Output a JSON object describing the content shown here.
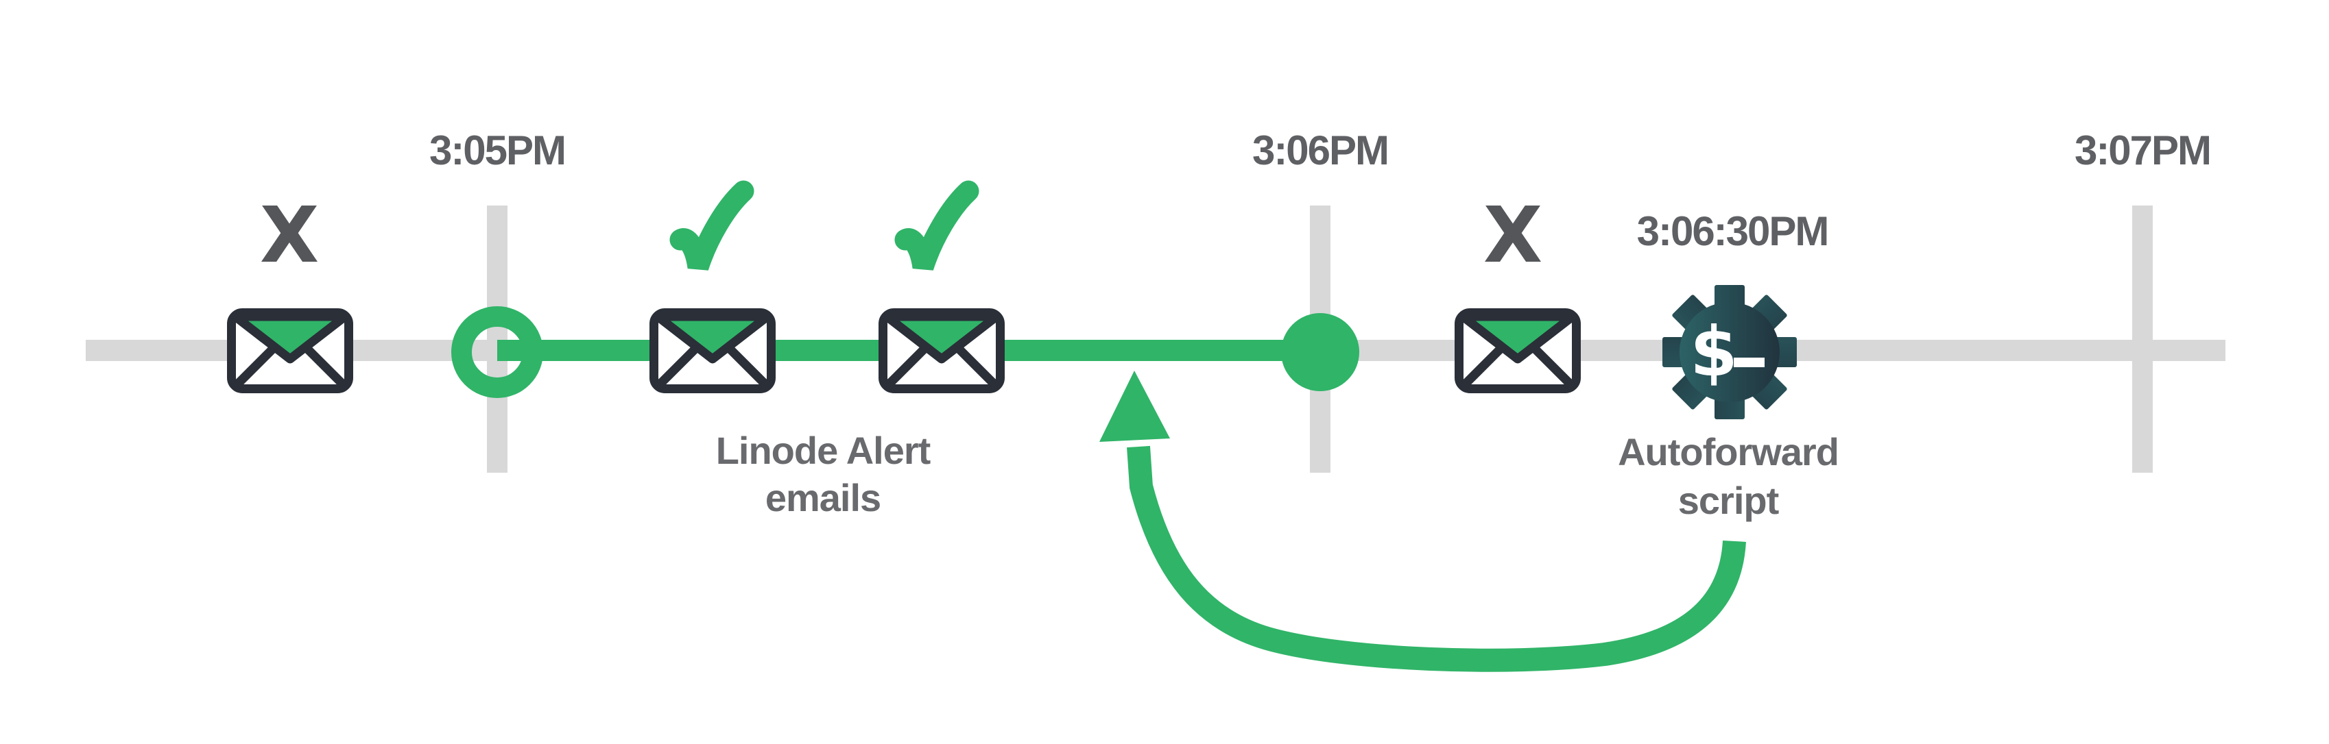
{
  "colors": {
    "green": "#30B468",
    "rail": "#D8D8D8",
    "time-text": "#5E6064",
    "caption-text": "#696A6D",
    "x-text": "#54565A",
    "envelope-stroke": "#2A2F38",
    "gear-teal": "#2E6B6D",
    "gear-navy": "#1F2B37",
    "prompt-text": "#FFFFFF"
  },
  "timeline": {
    "tick_labels": [
      "3:05PM",
      "3:06PM",
      "3:07PM"
    ]
  },
  "marks": {
    "failed": "X"
  },
  "alert_emails": {
    "label_line1": "Linode Alert",
    "label_line2": "emails"
  },
  "autoforward": {
    "timestamp": "3:06:30PM",
    "label_line1": "Autoforward",
    "label_line2": "script",
    "prompt": "$"
  }
}
